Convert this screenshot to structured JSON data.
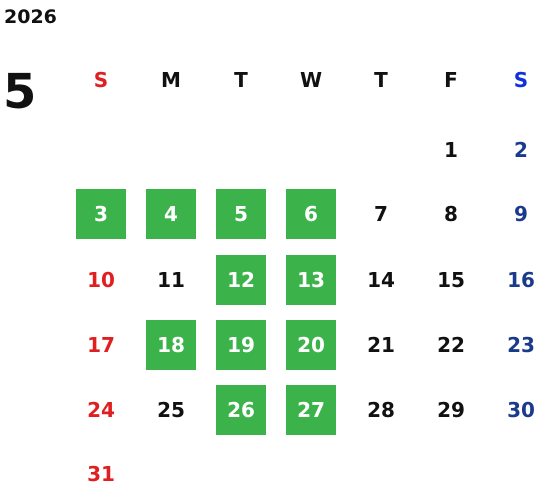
{
  "calendar": {
    "year": "2026",
    "month": "5",
    "weekdays": [
      "S",
      "M",
      "T",
      "W",
      "T",
      "F",
      "S"
    ],
    "first_weekday": 5,
    "days_in_month": 31,
    "highlighted_days": [
      3,
      4,
      5,
      6,
      12,
      13,
      18,
      19,
      20,
      26,
      27
    ]
  },
  "colors": {
    "sunday": "#e02020",
    "saturday_header": "#1030e0",
    "saturday": "#1a3a8c",
    "weekday": "#111111",
    "highlight_bg": "#3bb34a",
    "highlight_text": "#ffffff"
  }
}
